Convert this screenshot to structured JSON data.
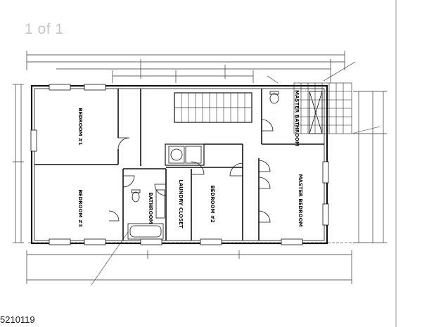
{
  "viewer": {
    "page_counter": "1 of 1",
    "listing_id": "5210119"
  },
  "plan": {
    "rooms": {
      "bedroom_1": "BEDROOM #1",
      "bedroom_2": "BEDROOM #2",
      "bedroom_3": "BEDROOM #3",
      "master_bedroom": "MASTER BEDROOM",
      "master_bathroom": "MASTER BATHROOM",
      "bathroom": "BATHROOM",
      "laundry_closet": "LAUNDRY CLOSET"
    }
  },
  "colors": {
    "line": "#111111",
    "light_line": "#555555",
    "counter": "#c7c7c7",
    "background": "#ffffff"
  }
}
